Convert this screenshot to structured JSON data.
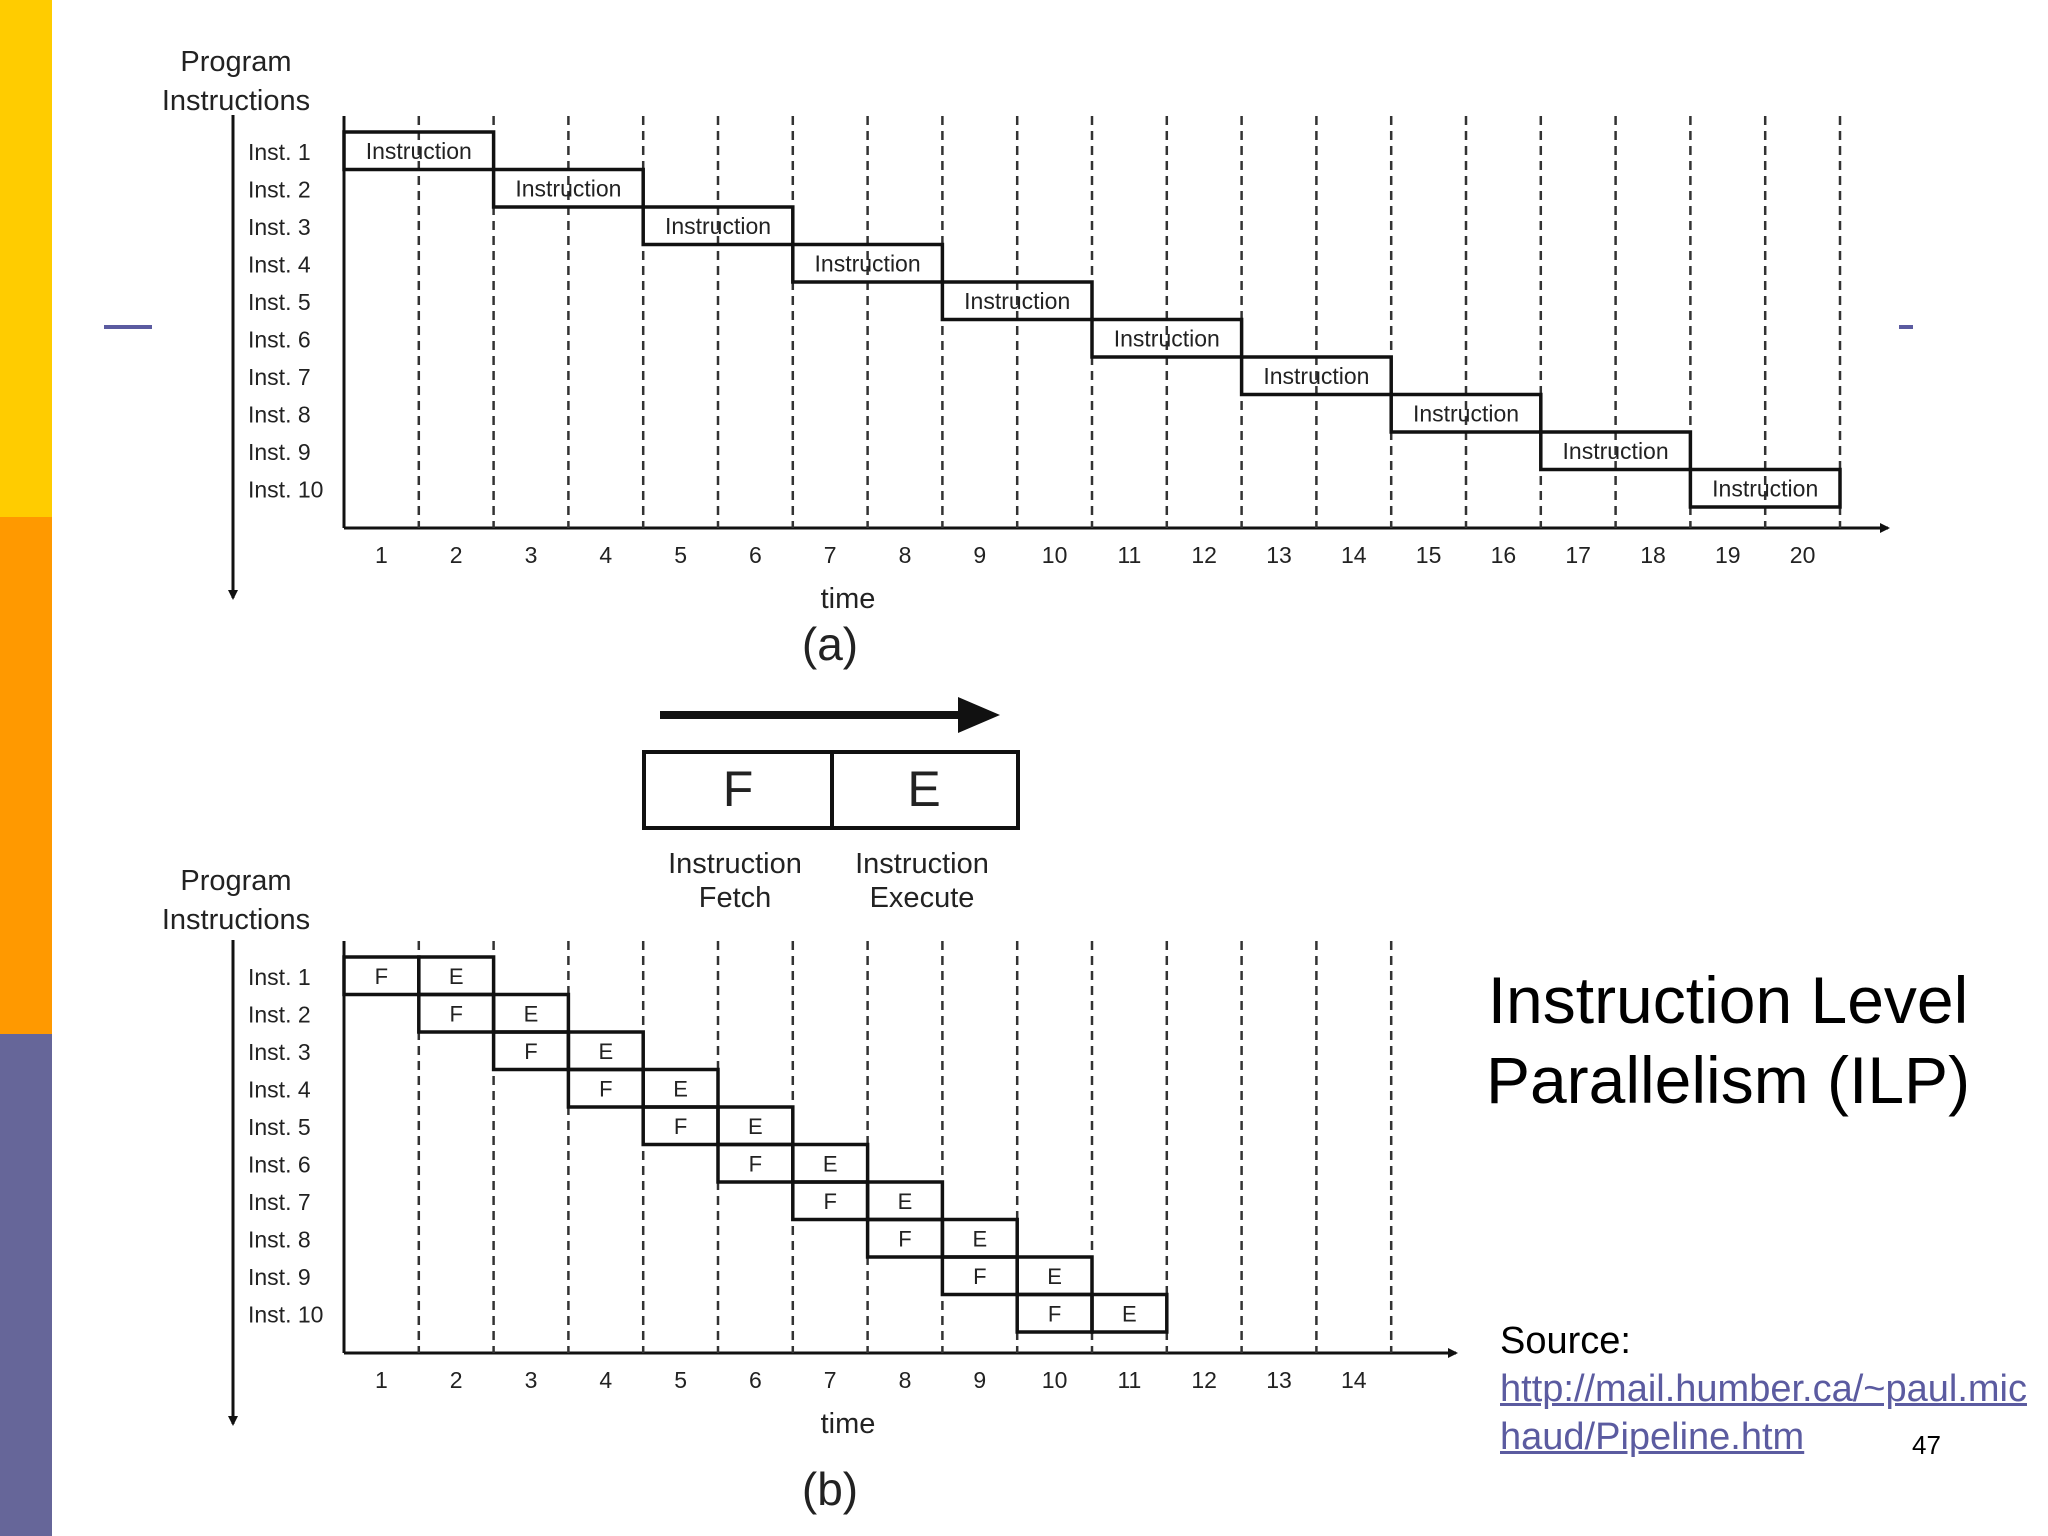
{
  "slide": {
    "title_line1": "Instruction Level",
    "title_line2": "Parallelism (ILP)",
    "source_label": "Source:",
    "source_link": "http://mail.humber.ca/~paul.michaud/Pipeline.htm",
    "page_number": "47"
  },
  "colors": {
    "bar_yellow": "#FFCC00",
    "bar_orange": "#FF9900",
    "bar_purple": "#666699",
    "link": "#5b5ba0"
  },
  "diagram_a": {
    "y_axis_label_line1": "Program",
    "y_axis_label_line2": "Instructions",
    "x_axis_label": "time",
    "caption": "(a)",
    "block_label": "Instruction",
    "instructions": [
      "Inst. 1",
      "Inst. 2",
      "Inst. 3",
      "Inst. 4",
      "Inst. 5",
      "Inst. 6",
      "Inst. 7",
      "Inst. 8",
      "Inst. 9",
      "Inst. 10"
    ],
    "time_ticks": [
      "1",
      "2",
      "3",
      "4",
      "5",
      "6",
      "7",
      "8",
      "9",
      "10",
      "11",
      "12",
      "13",
      "14",
      "15",
      "16",
      "17",
      "18",
      "19",
      "20"
    ]
  },
  "legend": {
    "fetch_letter": "F",
    "execute_letter": "E",
    "fetch_line1": "Instruction",
    "fetch_line2": "Fetch",
    "execute_line1": "Instruction",
    "execute_line2": "Execute"
  },
  "diagram_b": {
    "y_axis_label_line1": "Program",
    "y_axis_label_line2": "Instructions",
    "x_axis_label": "time",
    "caption": "(b)",
    "fetch_letter": "F",
    "execute_letter": "E",
    "instructions": [
      "Inst. 1",
      "Inst. 2",
      "Inst. 3",
      "Inst. 4",
      "Inst. 5",
      "Inst. 6",
      "Inst. 7",
      "Inst. 8",
      "Inst. 9",
      "Inst. 10"
    ],
    "time_ticks": [
      "1",
      "2",
      "3",
      "4",
      "5",
      "6",
      "7",
      "8",
      "9",
      "10",
      "11",
      "12",
      "13",
      "14"
    ]
  }
}
